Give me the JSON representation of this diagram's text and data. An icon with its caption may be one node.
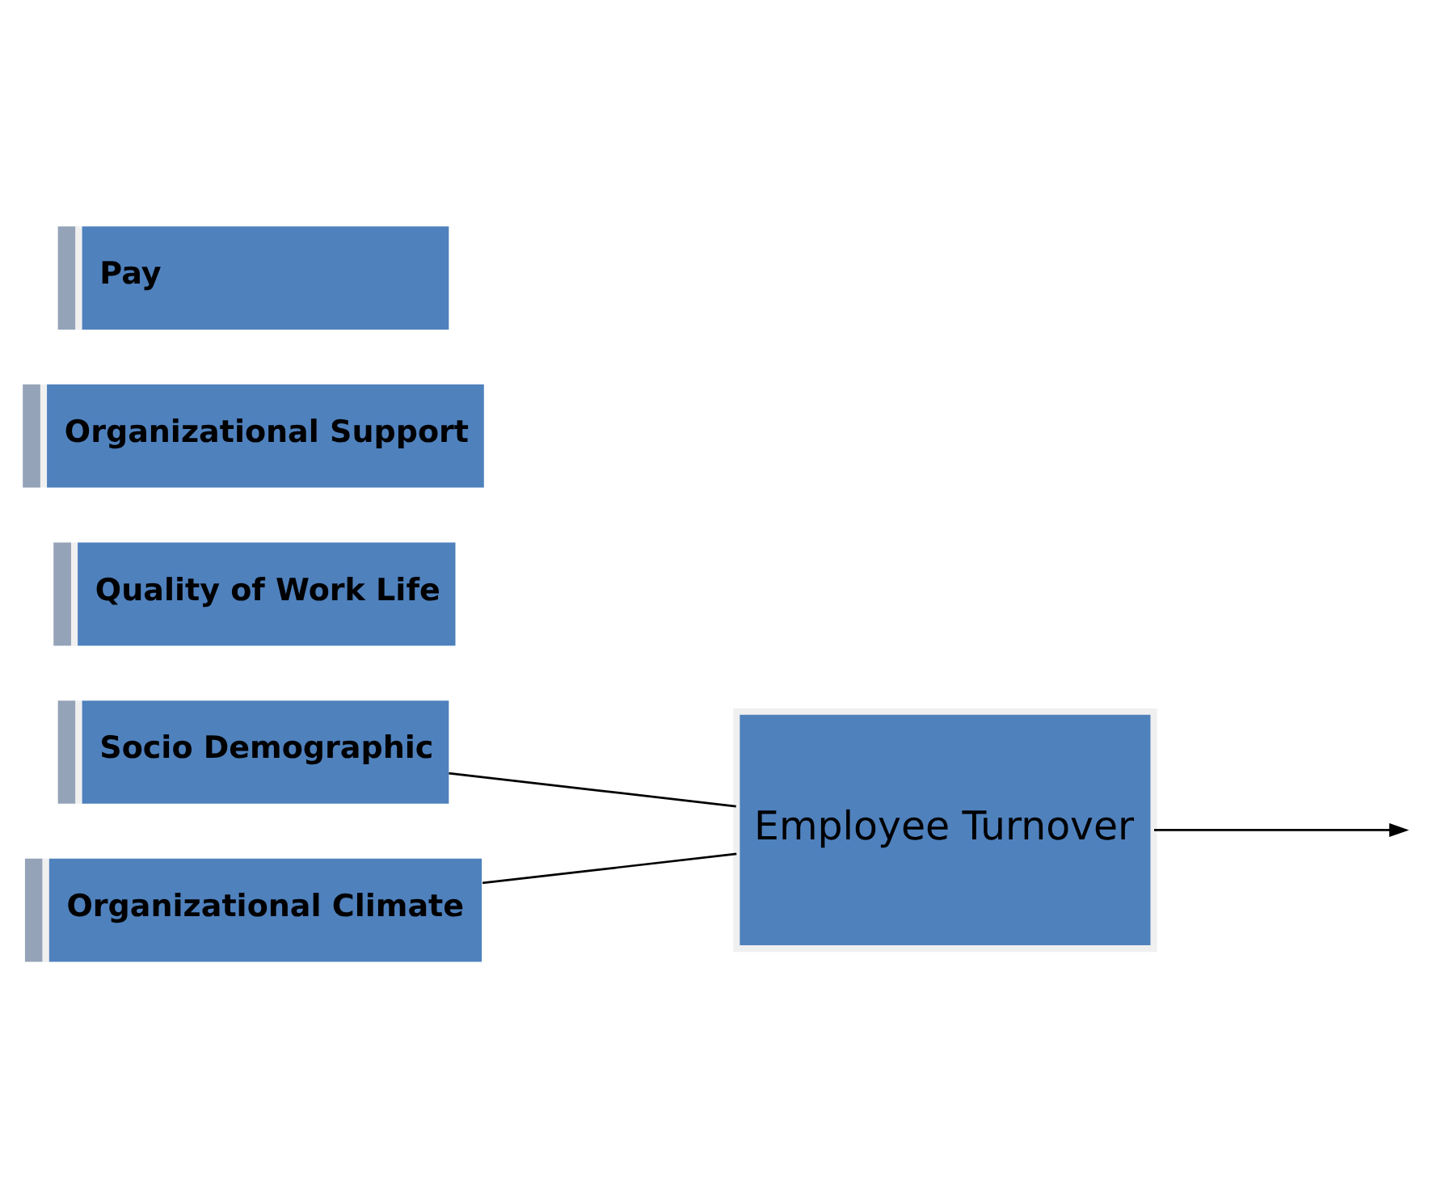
{
  "diagram": {
    "nodes": [
      {
        "text": [
          "Socio Demographic"
        ]
      },
      {
        "text": [
          "Quality of Work Life"
        ]
      },
      {
        "text": [
          "Organizational Support"
        ]
      },
      {
        "text": [
          "Pay"
        ]
      },
      {
        "text": [
          "Organizational Climate"
        ]
      },
      {
        "text": [
          "Employee Turnover"
        ]
      }
    ],
    "edges": [
      {
        "from": 0,
        "to": 5,
        "arrow": "none"
      },
      {
        "from": 4,
        "to": 5,
        "arrow": "none"
      },
      {
        "from": 5,
        "to": null,
        "arrow": "to"
      }
    ]
  }
}
